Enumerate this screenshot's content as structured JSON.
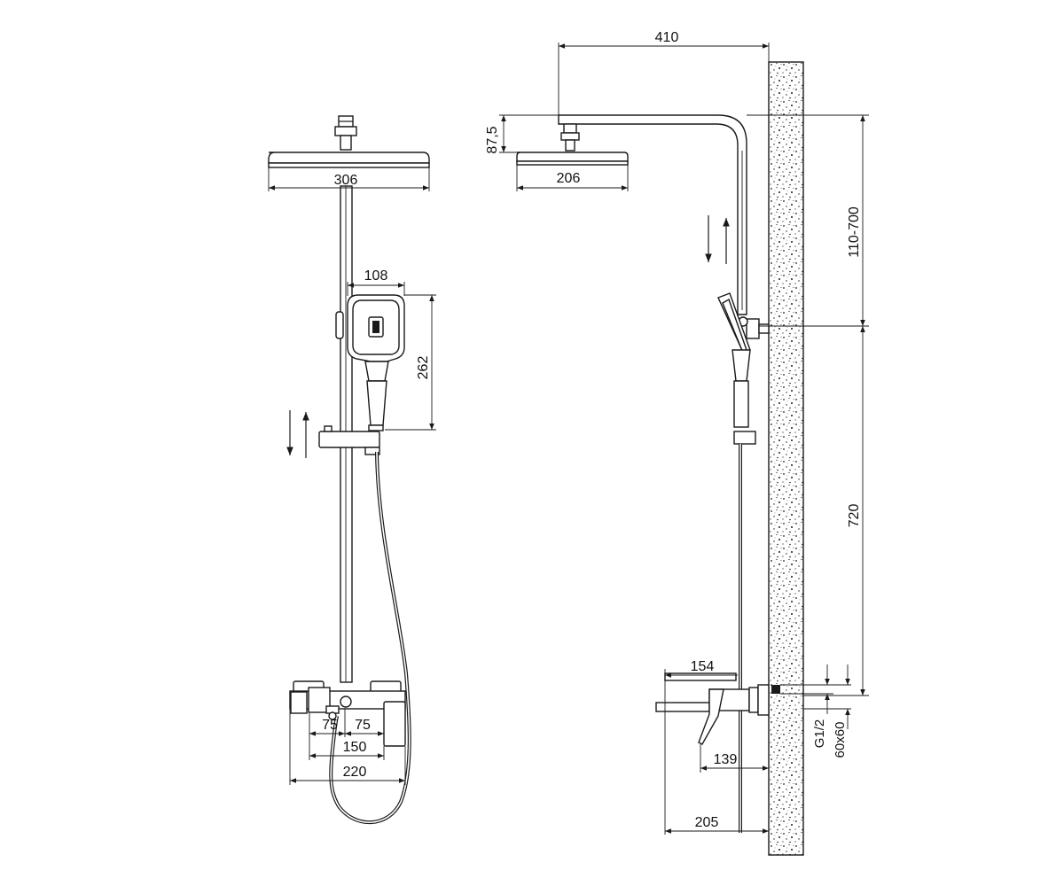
{
  "front_view": {
    "dims": {
      "head_width": "306",
      "hand_width": "108",
      "hand_height": "262",
      "inlet_left": "75",
      "inlet_right": "75",
      "inlet_spacing": "150",
      "mixer_width": "220"
    }
  },
  "side_view": {
    "dims": {
      "arm_projection": "410",
      "head_drop": "87,5",
      "head_width": "206",
      "height_adjust": "110-700",
      "bracket_height": "720",
      "spout_length": "154",
      "lever_offset": "139",
      "hose_offset": "205",
      "thread": "G1/2",
      "flange": "60x60"
    }
  }
}
